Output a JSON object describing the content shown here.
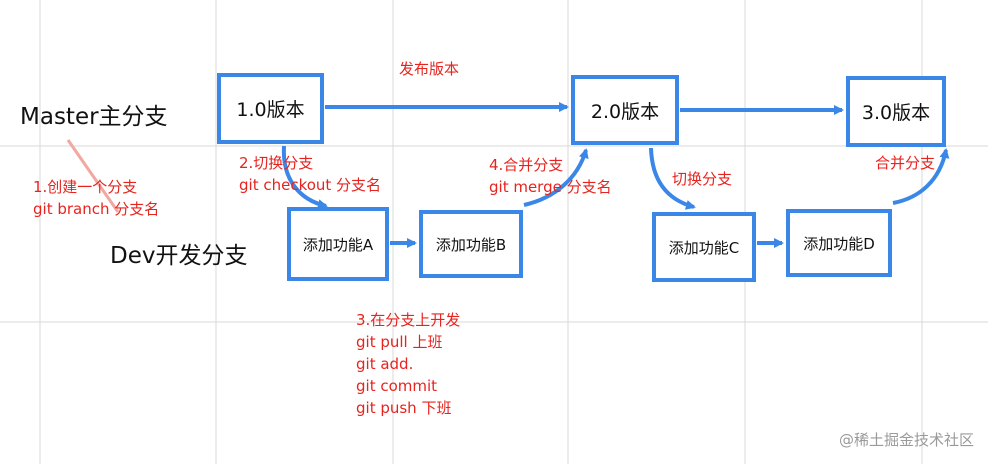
{
  "lanes": {
    "master_label": "Master主分支",
    "dev_label": "Dev开发分支"
  },
  "master_boxes": [
    "1.0版本",
    "2.0版本",
    "3.0版本"
  ],
  "dev_boxes": [
    "添加功能A",
    "添加功能B",
    "添加功能C",
    "添加功能D"
  ],
  "notes": {
    "publish": "发布版本",
    "create_branch": [
      "1.创建一个分支",
      "git branch 分支名"
    ],
    "switch_branch": [
      "2.切换分支",
      "git checkout 分支名"
    ],
    "merge_branch": [
      "4.合并分支",
      "git merge 分支名"
    ],
    "develop": [
      "3.在分支上开发",
      "git pull 上班",
      "git add.",
      "git commit",
      "git push 下班"
    ],
    "switch_short": "切换分支",
    "merge_short": "合并分支"
  },
  "watermark": "@稀土掘金技术社区",
  "colors": {
    "box_border": "#3b87e8",
    "note_text": "#e8231e",
    "grid": "#d9d9d9",
    "pointer": "#f2a7a2"
  }
}
